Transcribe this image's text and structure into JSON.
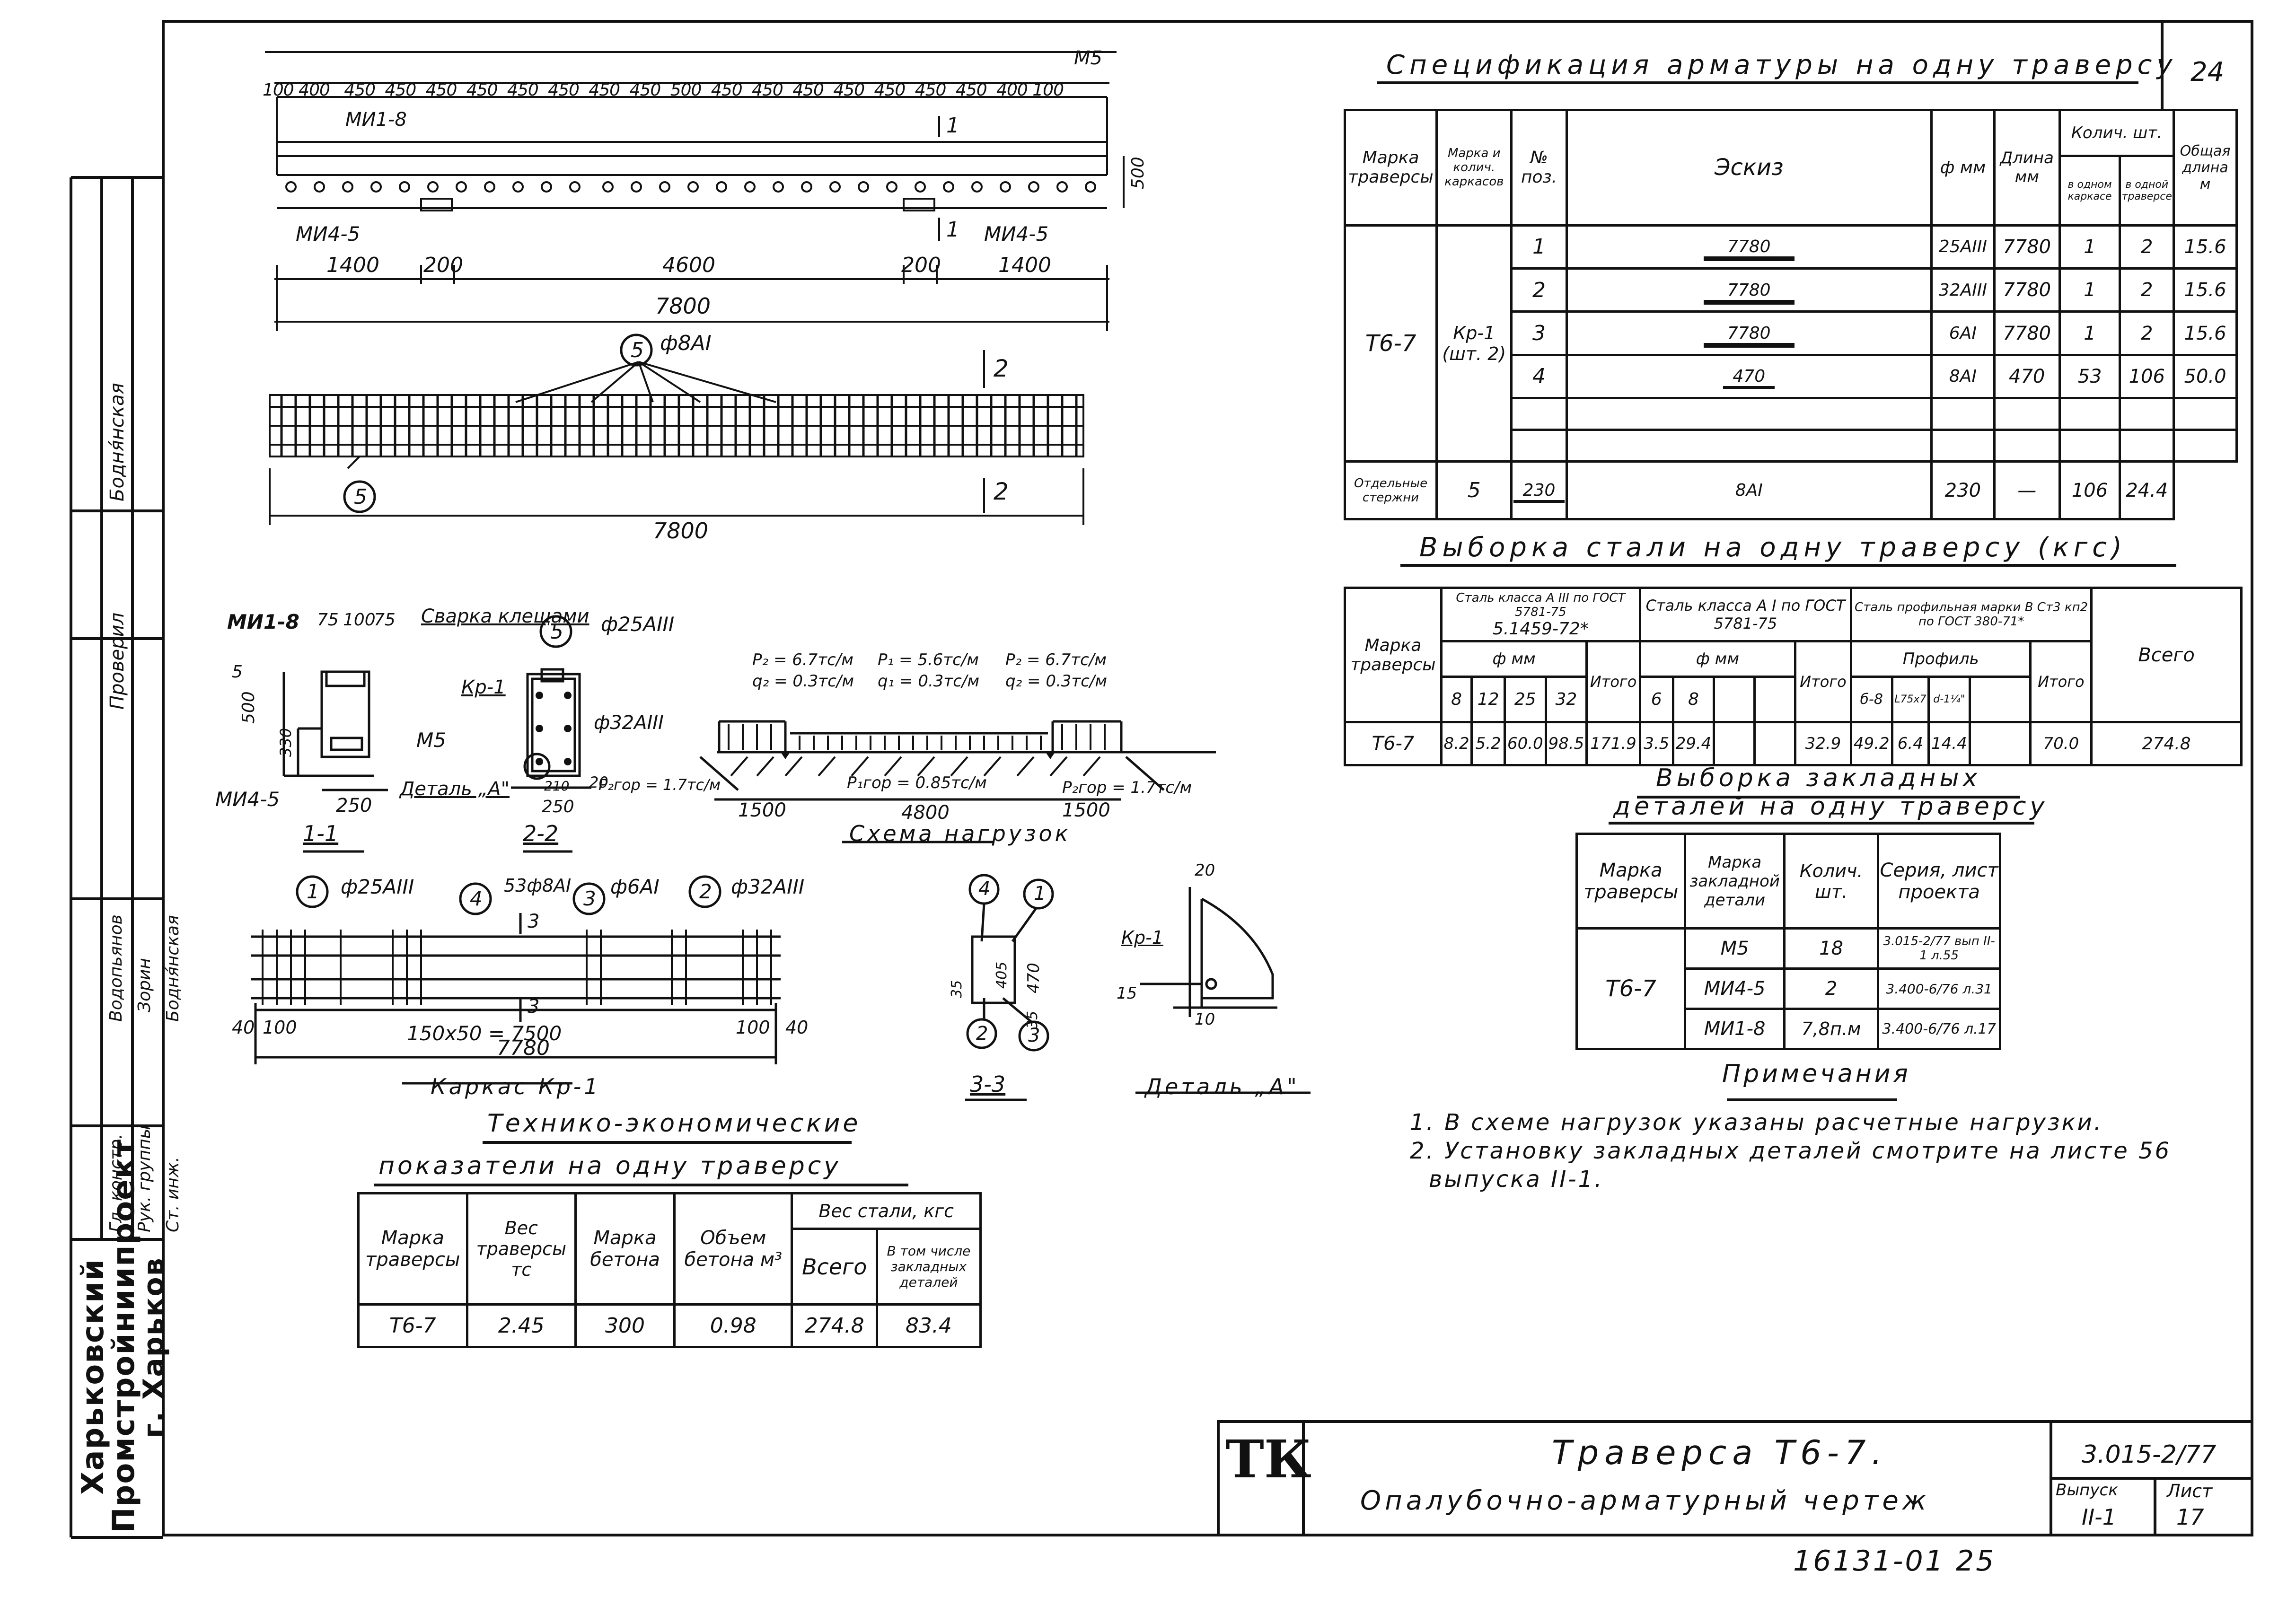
{
  "sheet_number": "24",
  "spec": {
    "title": "Спецификация арматуры на одну траверсу",
    "headers": {
      "marka": "Марка траверсы",
      "marka_kark": "Марка и колич. каркасов",
      "pos": "№ поз.",
      "eskiz": "Эскиз",
      "phi": "ф мм",
      "length": "Длина мм",
      "qty": "Колич. шт.",
      "qty_one_frame": "в одном каркасе",
      "qty_one_trav": "в одной траверсе",
      "total_len": "Общая длина м"
    },
    "trav": "Т6-7",
    "frame": "Кр-1 (шт. 2)",
    "separate": "Отдельные стержни",
    "rows": [
      {
        "pos": "1",
        "sketch": "7780",
        "phi": "25АIII",
        "len": "7780",
        "a": "1",
        "b": "2",
        "total": "15.6"
      },
      {
        "pos": "2",
        "sketch": "7780",
        "phi": "32АIII",
        "len": "7780",
        "a": "1",
        "b": "2",
        "total": "15.6"
      },
      {
        "pos": "3",
        "sketch": "7780",
        "phi": "6АI",
        "len": "7780",
        "a": "1",
        "b": "2",
        "total": "15.6"
      },
      {
        "pos": "4",
        "sketch": "470",
        "phi": "8АI",
        "len": "470",
        "a": "53",
        "b": "106",
        "total": "50.0"
      },
      {
        "pos": "5",
        "sketch": "230",
        "phi": "8АI",
        "len": "230",
        "a": "—",
        "b": "106",
        "total": "24.4"
      }
    ]
  },
  "steel": {
    "title": "Выборка стали на одну траверсу (кгс)",
    "marka": "Марка траверсы",
    "g1_title": "Сталь класса А III по ГОСТ 5781-75",
    "g1_sub": "5.1459-72*",
    "g1_unit": "ф мм",
    "g2_title": "Сталь класса А I по ГОСТ 5781-75",
    "g2_unit": "ф мм",
    "g3_title": "Сталь профильная марки В Ст3 кп2 по ГОСТ 380-71*",
    "g3_unit": "Профиль",
    "itogo": "Итого",
    "vsego": "Всего",
    "cols1": [
      "8",
      "12",
      "25",
      "32"
    ],
    "cols2": [
      "6",
      "8"
    ],
    "cols3": [
      "б-8",
      "L75x7",
      "d-1¼\""
    ],
    "row": {
      "marka": "Т6-7",
      "v1": [
        "8.2",
        "5.2",
        "60.0",
        "98.5"
      ],
      "i1": "171.9",
      "v2": [
        "3.5",
        "29.4"
      ],
      "i2": "32.9",
      "v3": [
        "49.2",
        "6.4",
        "14.4"
      ],
      "i3": "70.0",
      "total": "274.8"
    }
  },
  "embed": {
    "title1": "Выборка закладных",
    "title2": "деталей на одну траверсу",
    "headers": [
      "Марка траверсы",
      "Марка закладной детали",
      "Колич. шт.",
      "Серия, лист проекта"
    ],
    "trav": "Т6-7",
    "rows": [
      {
        "mark": "М5",
        "qty": "18",
        "series": "3.015-2/77 вып II-1 л.55"
      },
      {
        "mark": "МИ4-5",
        "qty": "2",
        "series": "3.400-6/76 л.31"
      },
      {
        "mark": "МИ1-8",
        "qty": "7,8п.м",
        "series": "3.400-6/76 л.17"
      }
    ]
  },
  "notes": {
    "title": "Примечания",
    "items": [
      "1. В схеме нагрузок указаны расчетные нагрузки.",
      "2. Установку закладных деталей смотрите на листе 56",
      "выпуска II-1."
    ]
  },
  "tep": {
    "title1": "Технико-экономические",
    "title2": "показатели на одну траверсу",
    "headers": [
      "Марка траверсы",
      "Вес траверсы тс",
      "Марка бетона",
      "Объем бетона м³",
      "Вес стали, кгс",
      "Всего",
      "В том числе закладных деталей"
    ],
    "row": [
      "Т6-7",
      "2.45",
      "300",
      "0.98",
      "274.8",
      "83.4"
    ]
  },
  "stamp": {
    "logo": "ТК",
    "title": "Траверса Т6-7.",
    "subtitle": "Опалубочно-арматурный чертеж",
    "code": "3.015-2/77",
    "vyp_label": "Выпуск",
    "vyp": "II-1",
    "list_label": "Лист",
    "list": "17",
    "archive": "16131-01  25"
  },
  "org": {
    "line1": "Харьковский",
    "line2": "Промстройниипроект",
    "line3": "г. Харьков"
  },
  "sidebar": {
    "roles": [
      "Гл. констр.",
      "Рук. группы",
      "Ст. инж."
    ],
    "names": [
      "Водопьянов",
      "Зорин",
      "Бодня́нская"
    ],
    "proveril": "Проверил",
    "boden": "Бодня́нская"
  },
  "drawing": {
    "top_dims": [
      "100",
      "400",
      "450",
      "450",
      "450",
      "450",
      "450",
      "450",
      "450",
      "450",
      "500",
      "450",
      "450",
      "450",
      "450",
      "450",
      "450",
      "450",
      "400",
      "100"
    ],
    "m5": "М5",
    "mi1_8": "МИ1-8",
    "mi4_5": "МИ4-5",
    "dim_1400": "1400",
    "dim_200": "200",
    "dim_4600": "4600",
    "dim_7800": "7800",
    "dim_500": "500",
    "pos5": "5",
    "phi8": "ф8АI",
    "sec1": "1",
    "sec2": "2",
    "section_labels": [
      "1-1",
      "2-2",
      "3-3"
    ],
    "sect11": {
      "mi1": "МИ1-8",
      "d75": "75",
      "d100": "100",
      "d500": "500",
      "d330": "330",
      "m5": "М5",
      "mi4": "МИ4-5",
      "d250": "250",
      "d5": "5"
    },
    "sect22": {
      "svarka": "Сварка клещами",
      "phi25": "ф25АIII",
      "phi32": "ф32АIII",
      "kr": "Кр-1",
      "detail": "Деталь „А\"",
      "d250": "250",
      "d210": "210",
      "d20": "20"
    },
    "loads": {
      "title": "Схема нагрузок",
      "p2": "P₂ = 6.7тс/м",
      "q2": "q₂ = 0.3тс/м",
      "p1": "P₁ = 5.6тс/м",
      "q1": "q₁ = 0.3тс/м",
      "p2r": "P₂ = 6.7тс/м",
      "q2r": "q₂ = 0.3тс/м",
      "pgor1": "P₁гор = 0.85тс/м",
      "pgor2": "P₂гор = 1.7тс/м",
      "pgor2r": "P₂гор = 1.7тс/м",
      "dim1500": "1500",
      "dim4800": "4800"
    },
    "frame": {
      "title": "Каркас Кр-1",
      "b1": "1",
      "phi1": "ф25АIII",
      "b4": "4",
      "qty4": "53ф8АI",
      "b3": "3",
      "phi3": "ф6АI",
      "b2": "2",
      "phi2": "ф32АIII",
      "sec3": "3",
      "d40": "40",
      "d100": "100",
      "d150": "150x50 = 7500",
      "d7780": "7780"
    },
    "sect33": {
      "b4": "4",
      "b1": "1",
      "b2": "2",
      "b3": "3",
      "d405": "405",
      "d470": "470",
      "d35": "35",
      "d35b": "35"
    },
    "detailA": {
      "title": "Деталь „А\"",
      "kr": "Кр-1",
      "d20": "20",
      "d15": "15",
      "d10": "10"
    }
  }
}
